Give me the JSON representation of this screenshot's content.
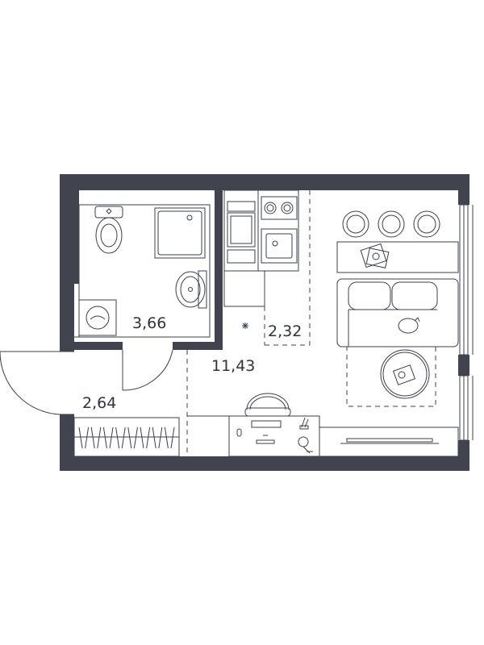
{
  "colors": {
    "wall": "#41444f",
    "line": "#3b3f4c",
    "label": "#2f3340",
    "background": "#ffffff"
  },
  "rooms": [
    {
      "id": "bathroom",
      "area": "3,66"
    },
    {
      "id": "kitchen",
      "area": "2,32"
    },
    {
      "id": "living-room",
      "area": "11,43"
    },
    {
      "id": "hallway",
      "area": "2,64"
    }
  ]
}
